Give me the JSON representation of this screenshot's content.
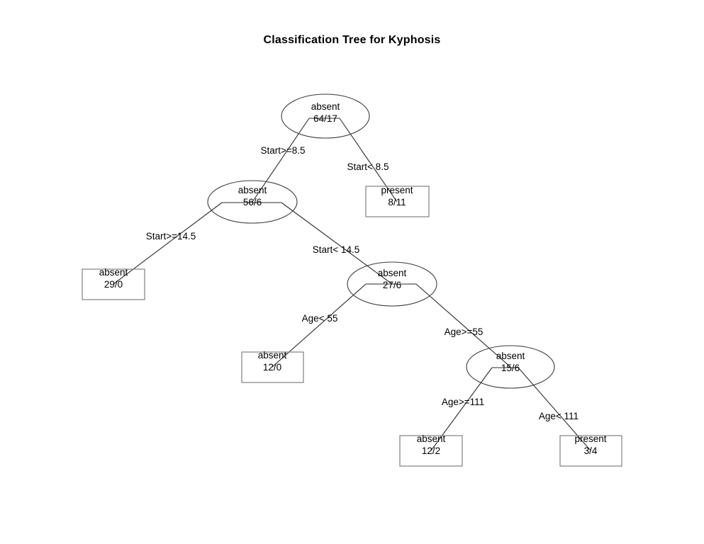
{
  "title": "Classification Tree for Kyphosis",
  "tree": {
    "nodes": {
      "root": {
        "label": "absent",
        "count": "64/17",
        "shape": "ellipse"
      },
      "n2": {
        "label": "absent",
        "count": "56/6",
        "shape": "ellipse"
      },
      "n3": {
        "label": "present",
        "count": "8/11",
        "shape": "rect"
      },
      "n4": {
        "label": "absent",
        "count": "29/0",
        "shape": "rect"
      },
      "n5": {
        "label": "absent",
        "count": "27/6",
        "shape": "ellipse"
      },
      "n6": {
        "label": "absent",
        "count": "12/0",
        "shape": "rect"
      },
      "n7": {
        "label": "absent",
        "count": "15/6",
        "shape": "ellipse"
      },
      "n8": {
        "label": "absent",
        "count": "12/2",
        "shape": "rect"
      },
      "n9": {
        "label": "present",
        "count": "3/4",
        "shape": "rect"
      }
    },
    "splits": {
      "root_left": "Start>=8.5",
      "root_right": "Start< 8.5",
      "n2_left": "Start>=14.5",
      "n2_right": "Start< 14.5",
      "n5_left": "Age< 55",
      "n5_right": "Age>=55",
      "n7_left": "Age>=111",
      "n7_right": "Age< 111"
    },
    "colors": {
      "background": "#ffffff",
      "line": "#2b2b2b",
      "ellipse_border": "#3a3a3a",
      "rect_border": "#808080",
      "text": "#000000"
    }
  }
}
